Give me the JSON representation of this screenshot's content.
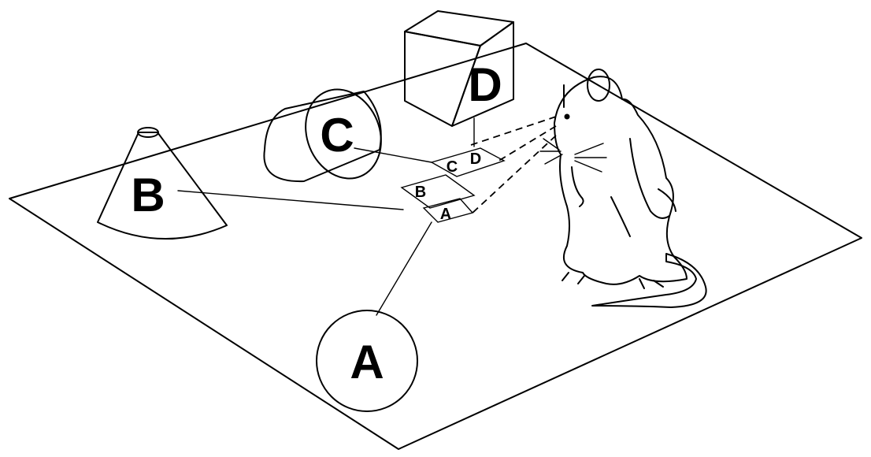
{
  "objects": {
    "a": {
      "label": "A"
    },
    "b": {
      "label": "B"
    },
    "c": {
      "label": "C"
    },
    "d": {
      "label": "D"
    }
  },
  "view_cells": [
    "A",
    "B",
    "C",
    "D"
  ],
  "colors": {
    "ink": "#000000",
    "paper": "#ffffff"
  }
}
